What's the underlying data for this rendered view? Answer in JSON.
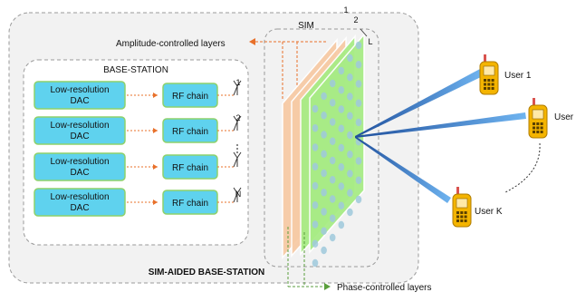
{
  "outer_label": "SIM-AIDED BASE-STATION",
  "base_station_label": "BASE-STATION",
  "sim_label": "SIM",
  "amplitude_label": "Amplitude-controlled layers",
  "phase_label": "Phase-controlled layers",
  "layer_labels": [
    "1",
    "2",
    "L"
  ],
  "antenna_labels": [
    "1",
    "2",
    "N"
  ],
  "chains": [
    {
      "dac_line1": "Low-resolution",
      "dac_line2": "DAC",
      "rf": "RF chain"
    },
    {
      "dac_line1": "Low-resolution",
      "dac_line2": "DAC",
      "rf": "RF chain"
    },
    {
      "dac_line1": "Low-resolution",
      "dac_line2": "DAC",
      "rf": "RF chain"
    },
    {
      "dac_line1": "Low-resolution",
      "dac_line2": "DAC",
      "rf": "RF chain"
    }
  ],
  "users": [
    "User 1",
    "User",
    "User K"
  ],
  "colors": {
    "box_fill": "#5fd2ee",
    "box_stroke": "#2aa8c8",
    "box_outline": "#8ed16b",
    "layer_orange": "#f7cba6",
    "layer_green": "#a8ec86",
    "dot": "#9fc9dc",
    "arrow_orange": "#e8702a",
    "arrow_green": "#5a9e3c",
    "beam": "#1f4f9c",
    "phone": "#f4b400"
  }
}
